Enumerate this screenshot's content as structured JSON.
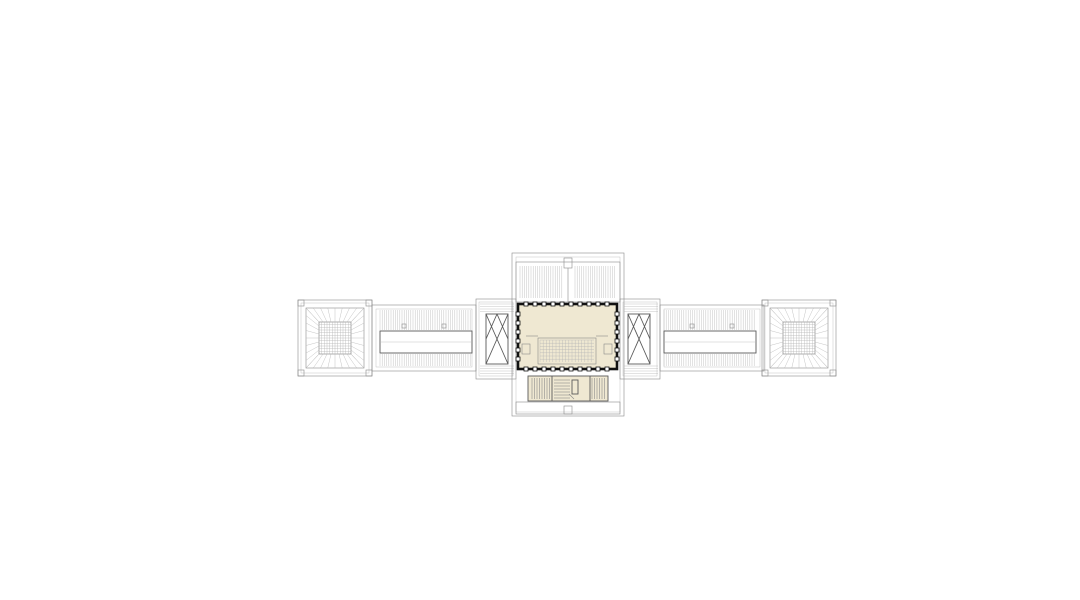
{
  "drawing": {
    "kind": "architectural-floor-plan",
    "colors": {
      "background": "#ffffff",
      "line": "#8a8a8a",
      "wall": "#111111",
      "room_fill": "#efe8d2",
      "grid": "#9a9a9a"
    },
    "elements": [
      "west-tower",
      "west-wing",
      "central-pavilion",
      "assembly-hall",
      "stair-block",
      "east-wing",
      "east-tower"
    ]
  }
}
